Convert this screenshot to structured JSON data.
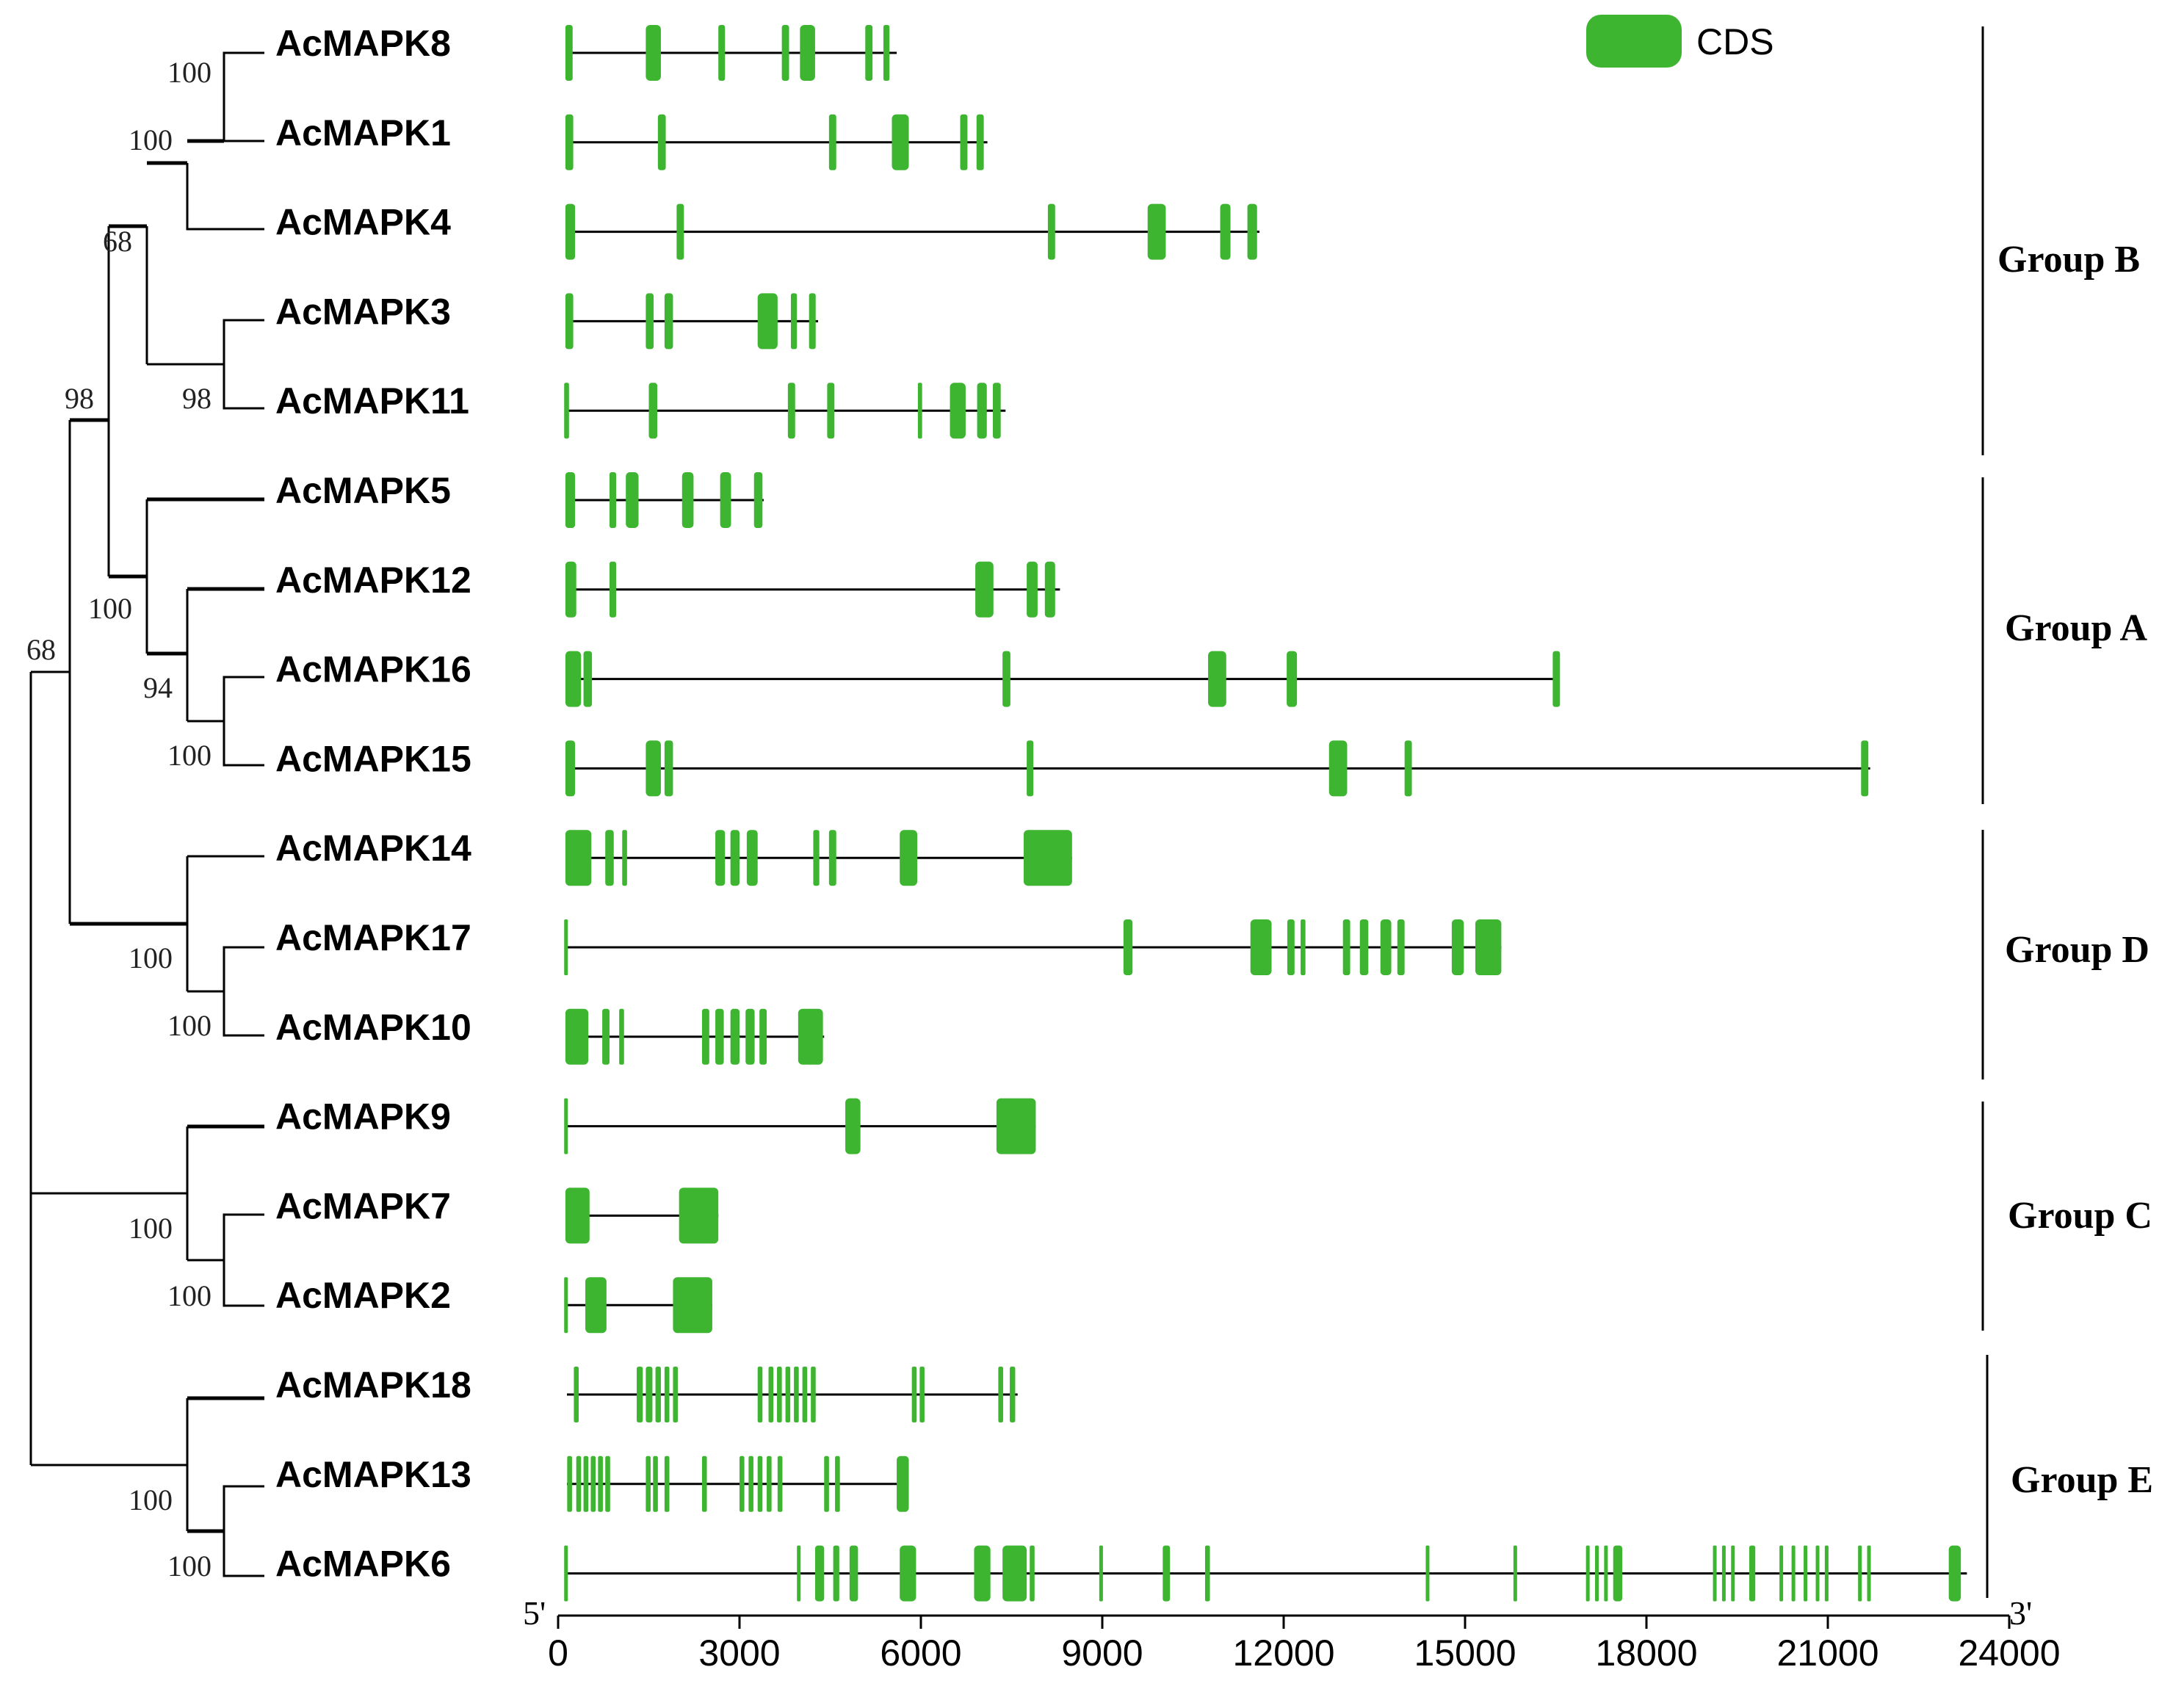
{
  "legend": {
    "label": "CDS",
    "color": "#3db530"
  },
  "axis": {
    "min": 0,
    "max": 24000,
    "ticks": [
      0,
      3000,
      6000,
      9000,
      12000,
      15000,
      18000,
      21000,
      24000
    ],
    "tick_labels": [
      "0",
      "3000",
      "6000",
      "9000",
      "12000",
      "15000",
      "18000",
      "21000",
      "24000"
    ],
    "five_prime": "5'",
    "three_prime": "3'"
  },
  "genes": [
    {
      "name": "AcMAPK8",
      "length": 5600,
      "exons": [
        [
          120,
          240
        ],
        [
          1450,
          1700
        ],
        [
          2650,
          2760
        ],
        [
          3700,
          3820
        ],
        [
          4000,
          4250
        ],
        [
          5080,
          5200
        ],
        [
          5380,
          5480
        ]
      ]
    },
    {
      "name": "AcMAPK1",
      "length": 7100,
      "exons": [
        [
          120,
          250
        ],
        [
          1650,
          1780
        ],
        [
          4480,
          4600
        ],
        [
          5520,
          5800
        ],
        [
          6650,
          6770
        ],
        [
          6920,
          7040
        ]
      ]
    },
    {
      "name": "AcMAPK4",
      "length": 11600,
      "exons": [
        [
          120,
          280
        ],
        [
          1960,
          2080
        ],
        [
          8100,
          8220
        ],
        [
          9750,
          10050
        ],
        [
          10950,
          11120
        ],
        [
          11400,
          11560
        ]
      ]
    },
    {
      "name": "AcMAPK3",
      "length": 4300,
      "exons": [
        [
          120,
          250
        ],
        [
          1450,
          1580
        ],
        [
          1760,
          1900
        ],
        [
          3300,
          3630
        ],
        [
          3850,
          3950
        ],
        [
          4150,
          4260
        ]
      ]
    },
    {
      "name": "AcMAPK11",
      "length": 7400,
      "exons": [
        [
          100,
          180
        ],
        [
          1500,
          1640
        ],
        [
          3800,
          3920
        ],
        [
          4450,
          4570
        ],
        [
          5950,
          6020
        ],
        [
          6480,
          6740
        ],
        [
          6930,
          7090
        ],
        [
          7190,
          7320
        ]
      ]
    },
    {
      "name": "AcMAPK5",
      "length": 3400,
      "exons": [
        [
          120,
          280
        ],
        [
          850,
          960
        ],
        [
          1120,
          1330
        ],
        [
          2050,
          2240
        ],
        [
          2680,
          2860
        ],
        [
          3240,
          3380
        ]
      ]
    },
    {
      "name": "AcMAPK12",
      "length": 8300,
      "exons": [
        [
          120,
          300
        ],
        [
          850,
          960
        ],
        [
          6900,
          7200
        ],
        [
          7750,
          7930
        ],
        [
          8050,
          8220
        ]
      ]
    },
    {
      "name": "AcMAPK16",
      "length": 16500,
      "exons": [
        [
          120,
          380
        ],
        [
          420,
          560
        ],
        [
          7350,
          7480
        ],
        [
          10750,
          11050
        ],
        [
          12050,
          12220
        ],
        [
          16450,
          16570
        ]
      ]
    },
    {
      "name": "AcMAPK15",
      "length": 21700,
      "exons": [
        [
          120,
          280
        ],
        [
          1450,
          1700
        ],
        [
          1760,
          1900
        ],
        [
          7750,
          7860
        ],
        [
          12750,
          13050
        ],
        [
          14000,
          14120
        ],
        [
          21550,
          21670
        ]
      ]
    },
    {
      "name": "AcMAPK14",
      "length": 8500,
      "exons": [
        [
          120,
          550
        ],
        [
          780,
          920
        ],
        [
          1060,
          1140
        ],
        [
          2600,
          2760
        ],
        [
          2850,
          3000
        ],
        [
          3120,
          3300
        ],
        [
          4220,
          4320
        ],
        [
          4480,
          4600
        ],
        [
          5650,
          5940
        ],
        [
          7700,
          8500
        ]
      ]
    },
    {
      "name": "AcMAPK17",
      "length": 15600,
      "exons": [
        [
          100,
          160
        ],
        [
          9350,
          9500
        ],
        [
          11450,
          11800
        ],
        [
          12060,
          12180
        ],
        [
          12280,
          12360
        ],
        [
          12980,
          13100
        ],
        [
          13260,
          13400
        ],
        [
          13600,
          13780
        ],
        [
          13880,
          14000
        ],
        [
          14780,
          14980
        ],
        [
          15170,
          15600
        ]
      ]
    },
    {
      "name": "AcMAPK10",
      "length": 4400,
      "exons": [
        [
          120,
          500
        ],
        [
          730,
          850
        ],
        [
          1010,
          1090
        ],
        [
          2380,
          2500
        ],
        [
          2600,
          2740
        ],
        [
          2850,
          3000
        ],
        [
          3100,
          3250
        ],
        [
          3330,
          3450
        ],
        [
          3970,
          4380
        ]
      ]
    },
    {
      "name": "AcMAPK9",
      "length": 7900,
      "exons": [
        [
          100,
          160
        ],
        [
          4750,
          5000
        ],
        [
          7250,
          7900
        ]
      ]
    },
    {
      "name": "AcMAPK7",
      "length": 2650,
      "exons": [
        [
          120,
          520
        ],
        [
          2000,
          2650
        ]
      ]
    },
    {
      "name": "AcMAPK2",
      "length": 2550,
      "exons": [
        [
          100,
          160
        ],
        [
          450,
          800
        ],
        [
          1900,
          2550
        ]
      ]
    },
    {
      "name": "AcMAPK18",
      "length": 7600,
      "exons": [
        [
          260,
          340
        ],
        [
          1300,
          1400
        ],
        [
          1450,
          1560
        ],
        [
          1610,
          1700
        ],
        [
          1760,
          1840
        ],
        [
          1900,
          1980
        ],
        [
          3300,
          3380
        ],
        [
          3480,
          3560
        ],
        [
          3620,
          3700
        ],
        [
          3760,
          3840
        ],
        [
          3900,
          3980
        ],
        [
          4040,
          4120
        ],
        [
          4180,
          4260
        ],
        [
          5850,
          5930
        ],
        [
          5980,
          6060
        ],
        [
          7280,
          7360
        ],
        [
          7470,
          7560
        ]
      ]
    },
    {
      "name": "AcMAPK13",
      "length": 5800,
      "exons": [
        [
          150,
          230
        ],
        [
          300,
          380
        ],
        [
          420,
          500
        ],
        [
          540,
          620
        ],
        [
          660,
          740
        ],
        [
          780,
          860
        ],
        [
          1450,
          1530
        ],
        [
          1570,
          1650
        ],
        [
          1760,
          1840
        ],
        [
          2380,
          2460
        ],
        [
          3000,
          3080
        ],
        [
          3150,
          3230
        ],
        [
          3300,
          3380
        ],
        [
          3450,
          3530
        ],
        [
          3630,
          3710
        ],
        [
          4400,
          4480
        ],
        [
          4580,
          4660
        ],
        [
          5600,
          5800
        ]
      ]
    },
    {
      "name": "AcMAPK6",
      "length": 23300,
      "exons": [
        [
          100,
          150
        ],
        [
          3950,
          4000
        ],
        [
          4250,
          4400
        ],
        [
          4550,
          4650
        ],
        [
          4820,
          4960
        ],
        [
          5650,
          5920
        ],
        [
          6880,
          7150
        ],
        [
          7350,
          7750
        ],
        [
          7800,
          7880
        ],
        [
          8950,
          9000
        ],
        [
          10000,
          10120
        ],
        [
          10700,
          10780
        ],
        [
          14350,
          14400
        ],
        [
          15800,
          15850
        ],
        [
          17000,
          17050
        ],
        [
          17150,
          17200
        ],
        [
          17300,
          17350
        ],
        [
          17450,
          17600
        ],
        [
          19100,
          19150
        ],
        [
          19250,
          19300
        ],
        [
          19400,
          19450
        ],
        [
          19700,
          19800
        ],
        [
          20200,
          20250
        ],
        [
          20400,
          20450
        ],
        [
          20600,
          20650
        ],
        [
          20800,
          20850
        ],
        [
          20950,
          21000
        ],
        [
          21500,
          21550
        ],
        [
          21650,
          21700
        ],
        [
          23000,
          23200
        ]
      ]
    }
  ],
  "tree": {
    "support_values": [
      "100",
      "100",
      "68",
      "98",
      "98",
      "100",
      "94",
      "100",
      "68",
      "100",
      "100",
      "100",
      "100",
      "100",
      "100"
    ]
  },
  "groups": [
    {
      "label": "Group B"
    },
    {
      "label": "Group A"
    },
    {
      "label": "Group D"
    },
    {
      "label": "Group C"
    },
    {
      "label": "Group E"
    }
  ]
}
